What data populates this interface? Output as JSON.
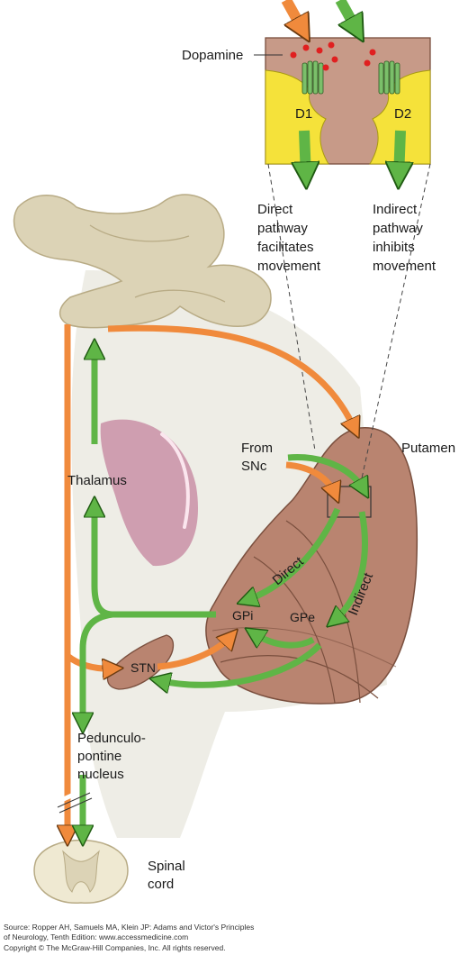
{
  "labels": {
    "dopamine": "Dopamine",
    "d1": "D1",
    "d2": "D2",
    "direct_l1": "Direct",
    "direct_l2": "pathway",
    "direct_l3": "facilitates",
    "direct_l4": "movement",
    "indirect_l1": "Indirect",
    "indirect_l2": "pathway",
    "indirect_l3": "inhibits",
    "indirect_l4": "movement",
    "putamen": "Putamen",
    "from_l1": "From",
    "from_l2": "SNc",
    "thalamus": "Thalamus",
    "direct_path": "Direct",
    "indirect_path": "Indirect",
    "gpi": "GPi",
    "gpe": "GPe",
    "stn": "STN",
    "ppn_l1": "Pedunculo-",
    "ppn_l2": "pontine",
    "ppn_l3": "nucleus",
    "spinal_l1": "Spinal",
    "spinal_l2": "cord"
  },
  "source": {
    "line1": "Source: Ropper AH, Samuels MA, Klein JP: Adams and Victor's Principles",
    "line2": "of Neurology, Tenth Edition: www.accessmedicine.com",
    "line3": "Copyright © The McGraw-Hill Companies, Inc. All rights reserved."
  },
  "colors": {
    "excitatory": "#f08a3c",
    "inhibitory": "#5fb546",
    "putamen": "#b98470",
    "cortex": "#dcd3b6",
    "thalamus": "#c98fa6",
    "receptor": "#f5e23a",
    "dopamine": "#e02020"
  }
}
